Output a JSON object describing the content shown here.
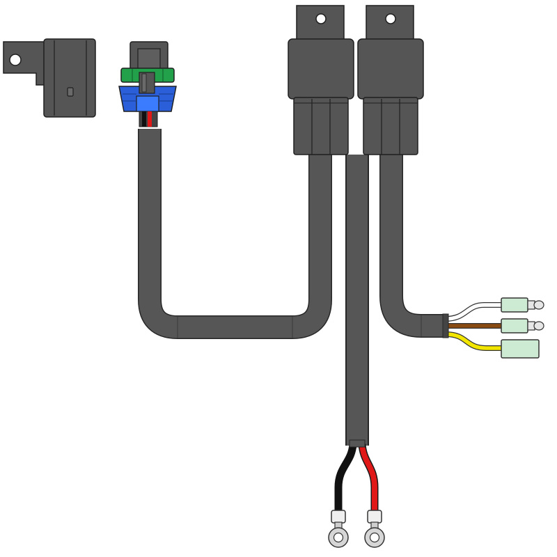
{
  "diagram": {
    "components": [
      {
        "name": "fuse-holder-bracket"
      },
      {
        "name": "connector-plug"
      },
      {
        "name": "relay-left"
      },
      {
        "name": "relay-right"
      },
      {
        "name": "harness-cable"
      },
      {
        "name": "ring-terminal-black"
      },
      {
        "name": "ring-terminal-red"
      },
      {
        "name": "spade-terminal-white"
      },
      {
        "name": "spade-terminal-brown"
      },
      {
        "name": "spade-terminal-yellow"
      }
    ],
    "colors": {
      "cable": "#545454",
      "cable_outline": "#2a2a2a",
      "relay_body": "#555555",
      "connector_green": "#22a04a",
      "connector_blue": "#2b5fd9",
      "wire_black": "#111111",
      "wire_red": "#e01818",
      "wire_white": "#ffffff",
      "wire_brown": "#8a4b12",
      "wire_yellow": "#f2e600",
      "terminal_green": "#cdebd3",
      "ring_terminal": "#d6d6d6"
    }
  }
}
